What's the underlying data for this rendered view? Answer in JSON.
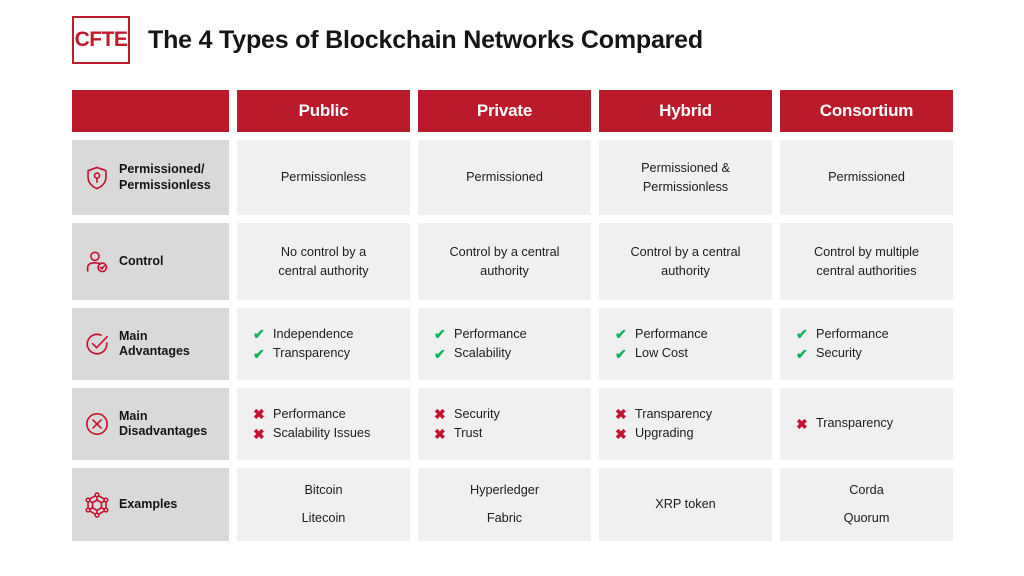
{
  "brand": {
    "logo_text": "CFTE",
    "accent_color": "#bb1a2b",
    "check_color": "#0fb45a",
    "cross_color": "#c41230"
  },
  "title": "The 4 Types of Blockchain Networks Compared",
  "table": {
    "headers": [
      "",
      "Public",
      "Private",
      "Hybrid",
      "Consortium"
    ],
    "rows": [
      {
        "icon": "shield-keyhole-icon",
        "label": "Permissioned/\nPermissionless",
        "cells": [
          {
            "type": "text",
            "lines": [
              "Permissionless"
            ]
          },
          {
            "type": "text",
            "lines": [
              "Permissioned"
            ]
          },
          {
            "type": "text",
            "lines": [
              "Permissioned &",
              "Permissionless"
            ]
          },
          {
            "type": "text",
            "lines": [
              "Permissioned"
            ]
          }
        ]
      },
      {
        "icon": "user-check-icon",
        "label": "Control",
        "cells": [
          {
            "type": "text",
            "lines": [
              "No control by a",
              "central authority"
            ]
          },
          {
            "type": "text",
            "lines": [
              "Control by a central",
              "authority"
            ]
          },
          {
            "type": "text",
            "lines": [
              "Control by a central",
              "authority"
            ]
          },
          {
            "type": "text",
            "lines": [
              "Control by multiple",
              "central authorities"
            ]
          }
        ]
      },
      {
        "icon": "check-circle-icon",
        "label": "Main\nAdvantages",
        "cells": [
          {
            "type": "bullets",
            "mark": "check",
            "items": [
              "Independence",
              "Transparency"
            ]
          },
          {
            "type": "bullets",
            "mark": "check",
            "items": [
              "Performance",
              "Scalability"
            ]
          },
          {
            "type": "bullets",
            "mark": "check",
            "items": [
              "Performance",
              "Low Cost"
            ]
          },
          {
            "type": "bullets",
            "mark": "check",
            "items": [
              "Performance",
              "Security"
            ]
          }
        ]
      },
      {
        "icon": "x-circle-icon",
        "label": "Main\nDisadvantages",
        "cells": [
          {
            "type": "bullets",
            "mark": "cross",
            "items": [
              "Performance",
              "Scalability Issues"
            ]
          },
          {
            "type": "bullets",
            "mark": "cross",
            "items": [
              "Security",
              "Trust"
            ]
          },
          {
            "type": "bullets",
            "mark": "cross",
            "items": [
              "Transparency",
              "Upgrading"
            ]
          },
          {
            "type": "bullets",
            "mark": "cross",
            "items": [
              "Transparency"
            ]
          }
        ]
      },
      {
        "icon": "network-node-icon",
        "label": "Examples",
        "cells": [
          {
            "type": "examples",
            "lines": [
              "Bitcoin",
              "Litecoin"
            ]
          },
          {
            "type": "examples",
            "lines": [
              "Hyperledger",
              "Fabric"
            ]
          },
          {
            "type": "examples",
            "lines": [
              "XRP token"
            ]
          },
          {
            "type": "examples",
            "lines": [
              "Corda",
              "Quorum"
            ]
          }
        ]
      }
    ]
  },
  "marks": {
    "check": "✔",
    "cross": "✖"
  }
}
